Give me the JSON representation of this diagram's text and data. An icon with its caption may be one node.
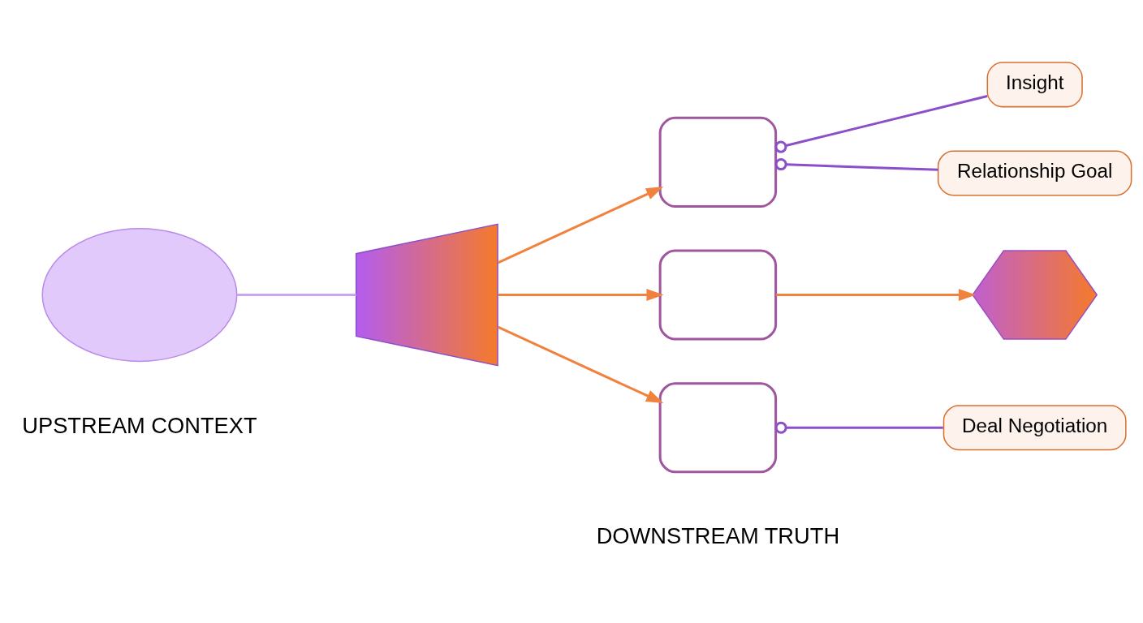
{
  "diagram": {
    "nodes": [
      {
        "text": [],
        "shape": "cloud"
      },
      {
        "text": [],
        "shape": "funnel"
      },
      {
        "text": [],
        "shape": "box"
      },
      {
        "text": [],
        "shape": "box"
      },
      {
        "text": [],
        "shape": "box"
      },
      {
        "text": [],
        "shape": "hands"
      },
      {
        "text": [
          "Insight"
        ]
      },
      {
        "text": [
          "Relationship Goal"
        ]
      },
      {
        "text": [
          "Deal Negotiation"
        ]
      }
    ],
    "edges": [
      {
        "from": 0,
        "to": 1,
        "arrow": "none",
        "color": "#c9a6f2"
      },
      {
        "from": 1,
        "to": 2,
        "arrow": "to"
      },
      {
        "from": 1,
        "to": 3,
        "arrow": "to"
      },
      {
        "from": 1,
        "to": 4,
        "arrow": "to"
      },
      {
        "from": 3,
        "to": 5,
        "arrow": "to"
      },
      {
        "from": 2,
        "to": 6,
        "arrow": "other",
        "color": "#8a4fc9"
      },
      {
        "from": 2,
        "to": 7,
        "arrow": "other",
        "color": "#8a4fc9"
      },
      {
        "from": 4,
        "to": 8,
        "arrow": "other",
        "color": "#8a4fc9"
      }
    ],
    "labels": [
      "UPSTREAM CONTEXT",
      "DOWNSTREAM TRUTH"
    ]
  }
}
